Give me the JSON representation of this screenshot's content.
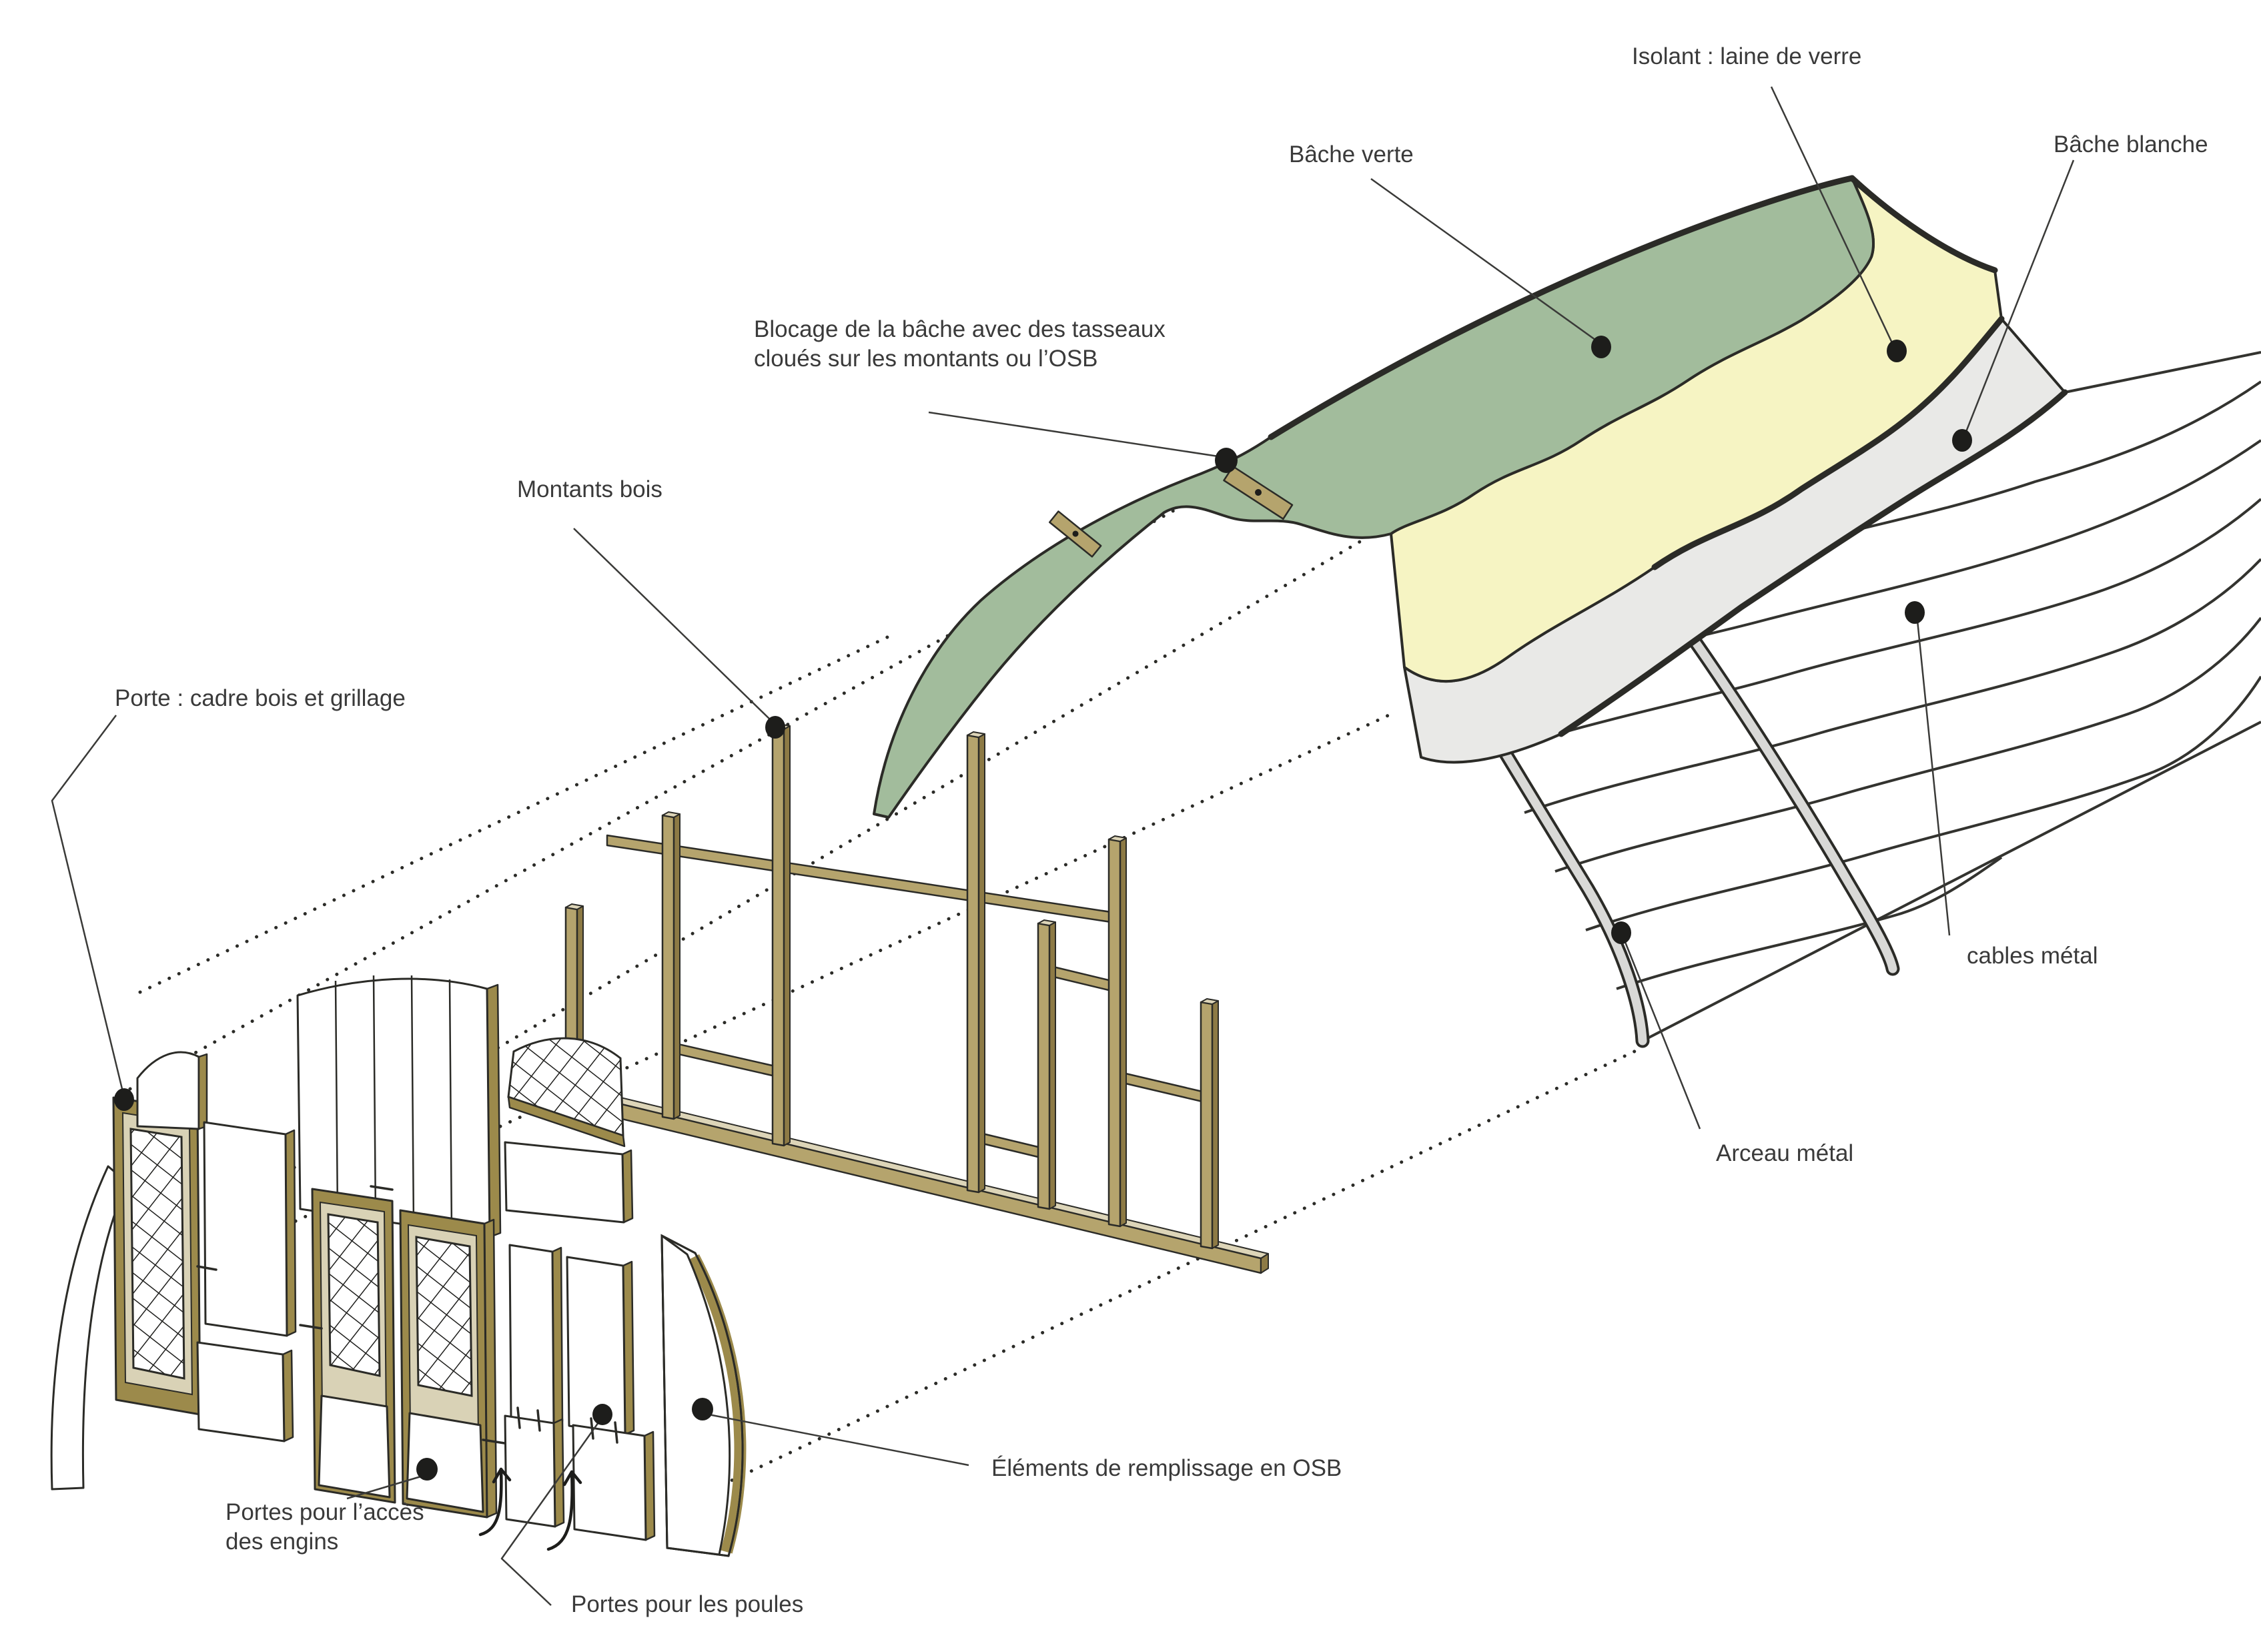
{
  "labels": {
    "isolant": "Isolant : laine de verre",
    "bache_verte": "Bâche verte",
    "bache_blanche": "Bâche blanche",
    "blocage_line1": "Blocage de la bâche avec des tasseaux",
    "blocage_line2": "cloués sur les montants ou l’OSB",
    "montants": "Montants bois",
    "porte": "Porte : cadre bois et grillage",
    "cables": "cables métal",
    "arceau": "Arceau métal",
    "engins_line1": "Portes pour  l’accès",
    "engins_line2": "des engins",
    "poules": "Portes pour les poules",
    "osb": "Éléments de remplissage en OSB"
  },
  "colors": {
    "c-green": "#a2bc9c",
    "c-yellow": "#f6f4c3",
    "c-white-tarp": "#e9e9e7",
    "c-arch": "#d9d9d7",
    "c-wood-face": "#b5a46d",
    "c-wood-side": "#8d7a45",
    "c-wood-top": "#ddd5b8",
    "c-olive": "#9c8a4b",
    "c-cream": "#d9d2b6",
    "c-ink": "#2b2b27",
    "c-label": "#3a3a3a"
  }
}
